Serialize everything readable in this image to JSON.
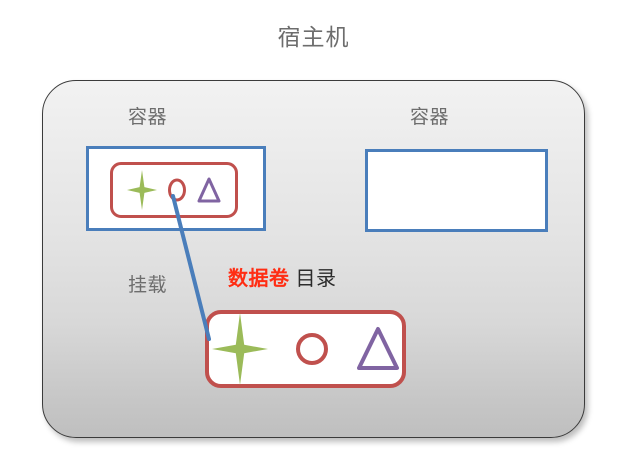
{
  "diagram": {
    "title": "宿主机",
    "title_color": "#6d6d6d",
    "host_box": {
      "fill_top": "#f2f2f2",
      "fill_bottom": "#bfbfbf",
      "border_color": "#3b3b3b"
    },
    "containers": [
      {
        "label": "容器",
        "has_volume": true,
        "border_color": "#4a7ebb"
      },
      {
        "label": "容器",
        "has_volume": false,
        "border_color": "#4a7ebb"
      }
    ],
    "mount_label": "挂载",
    "volume_label": {
      "highlight": "数据卷",
      "highlight_color": "#ff2d13",
      "rest": "目录",
      "rest_color": "#2b2b2b"
    },
    "volume_box_border_color": "#c0504d",
    "connector_color": "#4a7ebb",
    "shapes": [
      {
        "name": "four-point-star",
        "color": "#9bbb59"
      },
      {
        "name": "circle",
        "color": "#c0504d"
      },
      {
        "name": "triangle",
        "color": "#8064a2"
      }
    ]
  }
}
